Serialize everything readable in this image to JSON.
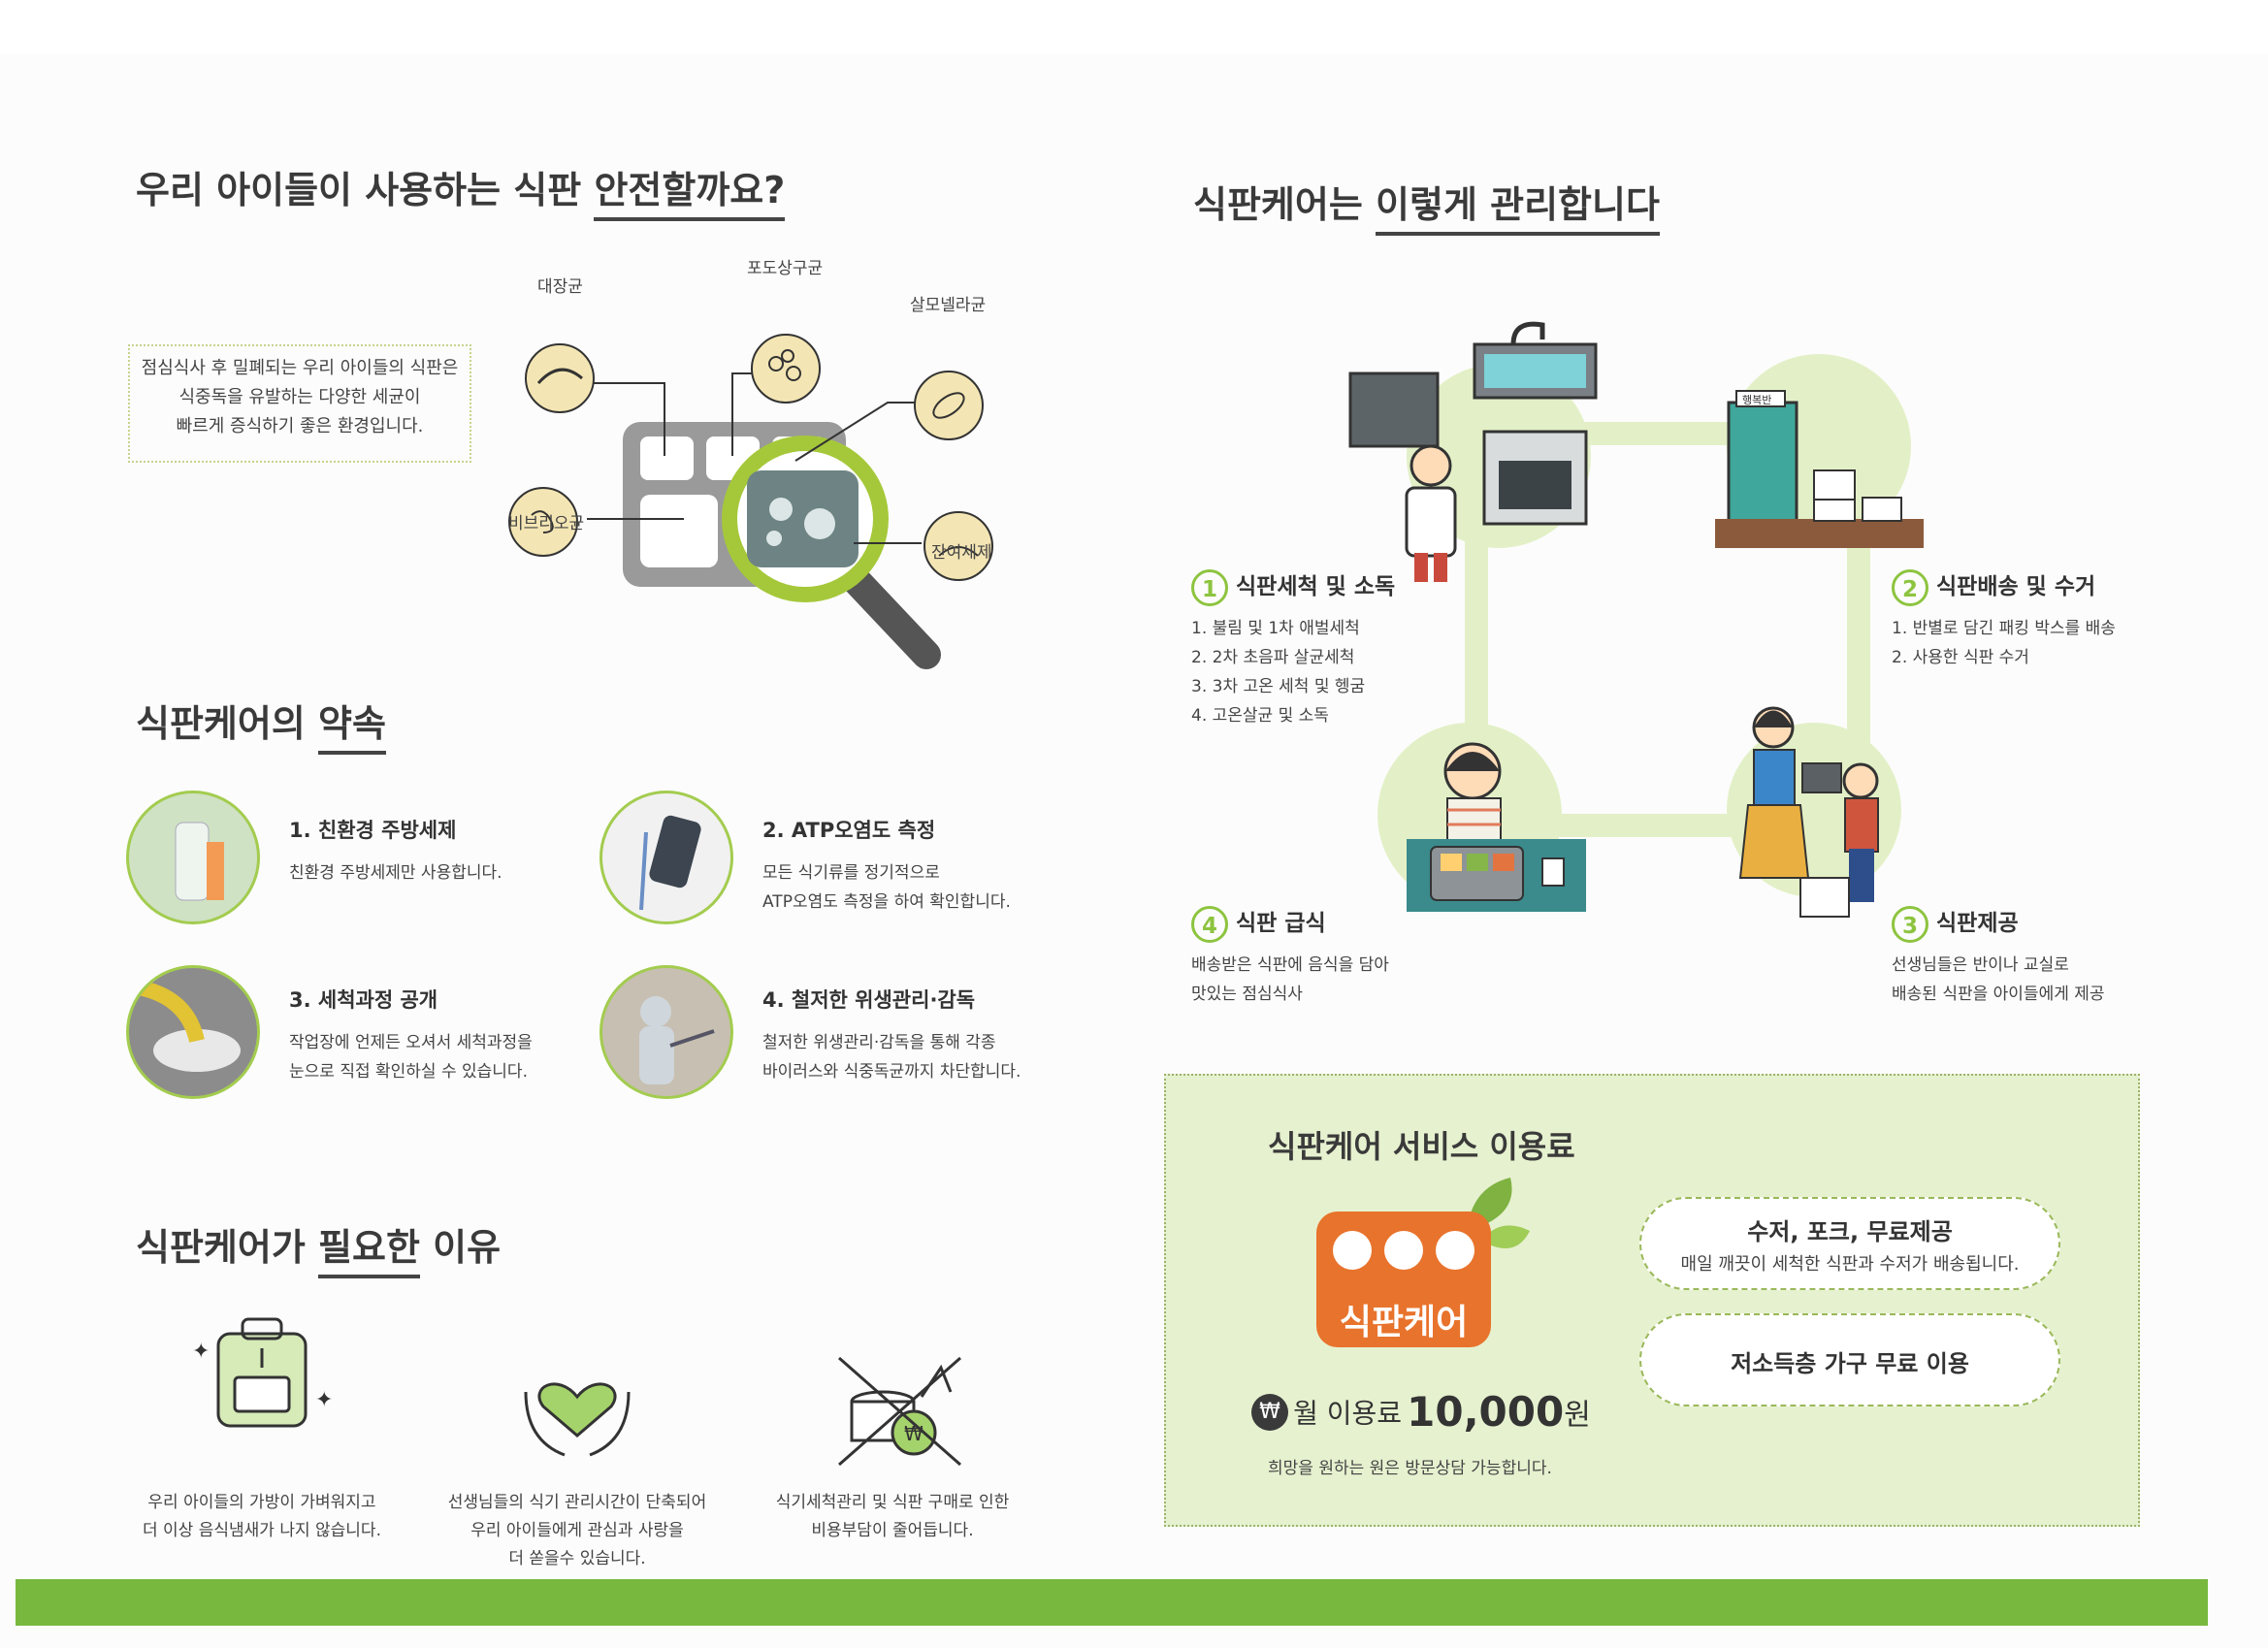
{
  "safety": {
    "title_a": "우리 아이들이 사용하는 식판 ",
    "title_b": "안전할까요?",
    "callout": [
      "점심식사 후 밀폐되는 우리 아이들의 식판은",
      "식중독을 유발하는 다양한 세균이",
      "빠르게 증식하기 좋은 환경입니다."
    ],
    "germs": {
      "ecoli": "대장균",
      "staph": "포도상구균",
      "salmonella": "살모넬라균",
      "vibrio": "비브리오균",
      "detergent": "잔여세제"
    }
  },
  "promise": {
    "title_a": "식판케어의 ",
    "title_b": "약속",
    "items": [
      {
        "title": "1. 친환경 주방세제",
        "desc": [
          "친환경 주방세제만 사용합니다."
        ]
      },
      {
        "title": "2. ATP오염도 측정",
        "desc": [
          "모든 식기류를 정기적으로",
          "ATP오염도 측정을 하여 확인합니다."
        ]
      },
      {
        "title": "3. 세척과정 공개",
        "desc": [
          "작업장에 언제든 오셔서 세척과정을",
          "눈으로 직접 확인하실 수 있습니다."
        ]
      },
      {
        "title": "4. 철저한 위생관리·감독",
        "desc": [
          "철저한 위생관리·감독을 통해 각종",
          "바이러스와 식중독균까지 차단합니다."
        ]
      }
    ]
  },
  "reasons": {
    "title_a": "식판케어가 ",
    "title_b": "필요한",
    "title_c": " 이유",
    "items": [
      {
        "lines": [
          "우리 아이들의 가방이 가벼워지고",
          "더 이상 음식냄새가 나지 않습니다."
        ]
      },
      {
        "lines": [
          "선생님들의 식기 관리시간이 단축되어",
          "우리 아이들에게 관심과 사랑을",
          "더 쏟을수 있습니다."
        ]
      },
      {
        "lines": [
          "식기세척관리 및 식판 구매로 인한",
          "비용부담이 줄어듭니다."
        ]
      }
    ]
  },
  "process": {
    "title_a": "식판케어는 ",
    "title_b": "이렇게 관리합니다",
    "sign": "행복반",
    "steps": [
      {
        "num": "1",
        "title": "식판세척 및 소독",
        "lines": [
          "1. 불림 및 1차 애벌세척",
          "2. 2차 초음파 살균세척",
          "3. 3차 고온 세척 및 헹굼",
          "4. 고온살균 및 소독"
        ]
      },
      {
        "num": "2",
        "title": "식판배송 및 수거",
        "lines": [
          "1. 반별로 담긴 패킹 박스를 배송",
          "2. 사용한 식판 수거"
        ]
      },
      {
        "num": "3",
        "title": "식판제공",
        "lines": [
          "선생님들은 반이나 교실로",
          "배송된 식판을 아이들에게 제공"
        ]
      },
      {
        "num": "4",
        "title": "식판 급식",
        "lines": [
          "배송받은 식판에 음식을 담아",
          "맛있는 점심식사"
        ]
      }
    ]
  },
  "fee": {
    "title": "식판케어 서비스 이용료",
    "logo_text": "식판케어",
    "won_symbol": "₩",
    "price_label": "월 이용료",
    "price_value": "10,000",
    "price_unit": "원",
    "note": "희망을 원하는 원은 방문상담 가능합니다.",
    "pill1_title": "수저, 포크, 무료제공",
    "pill1_desc": "매일 깨끗이 세척한 식판과 수저가 배송됩니다.",
    "pill2_title": "저소득층 가구 무료 이용"
  },
  "colors": {
    "accent": "#8dc43f",
    "footer_bar": "#78b83f",
    "fee_bg": "#e6f1cf",
    "logo_orange": "#e8732c"
  }
}
